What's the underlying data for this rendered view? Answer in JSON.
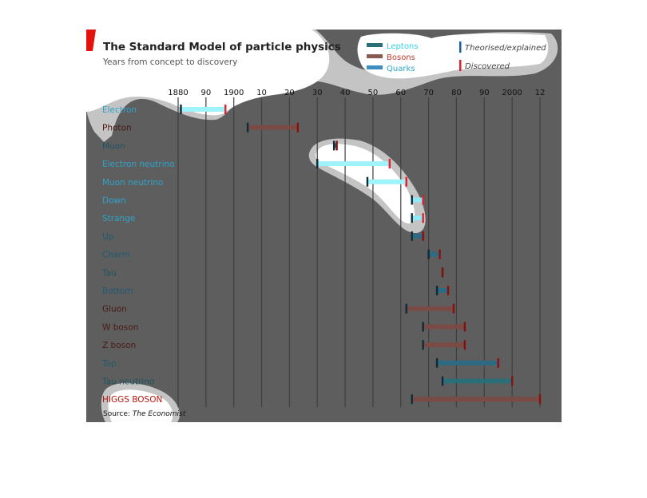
{
  "chart_data": {
    "type": "range-bar",
    "title": "The Standard Model of particle physics",
    "subtitle": "Years from concept to discovery",
    "source_label": "Source:",
    "source_name": "The Economist",
    "x_ticks": [
      {
        "year": 1880,
        "label": "1880"
      },
      {
        "year": 1890,
        "label": "90"
      },
      {
        "year": 1900,
        "label": "1900"
      },
      {
        "year": 1910,
        "label": "10"
      },
      {
        "year": 1920,
        "label": "20"
      },
      {
        "year": 1930,
        "label": "30"
      },
      {
        "year": 1940,
        "label": "40"
      },
      {
        "year": 1950,
        "label": "50"
      },
      {
        "year": 1960,
        "label": "60"
      },
      {
        "year": 1970,
        "label": "70"
      },
      {
        "year": 1980,
        "label": "80"
      },
      {
        "year": 1990,
        "label": "90"
      },
      {
        "year": 2000,
        "label": "2000"
      },
      {
        "year": 2012,
        "label": "12"
      }
    ],
    "xlim": [
      1880,
      2012
    ],
    "legend_categories": [
      {
        "name": "Leptons",
        "color": "#2fd0e6"
      },
      {
        "name": "Bosons",
        "color": "#c0392b"
      },
      {
        "name": "Quarks",
        "color": "#2fa3c9"
      }
    ],
    "legend_markers": [
      {
        "name": "Theorised/explained",
        "color": "#1a5fa0"
      },
      {
        "name": "Discovered",
        "color": "#e0202a"
      }
    ],
    "particles": [
      {
        "name": "Electron",
        "category": "Leptons",
        "theorised": 1881,
        "discovered": 1897
      },
      {
        "name": "Photon",
        "category": "Bosons",
        "theorised": 1905,
        "discovered": 1923
      },
      {
        "name": "Muon",
        "category": "Leptons",
        "theorised": 1936,
        "discovered": 1937
      },
      {
        "name": "Electron neutrino",
        "category": "Leptons",
        "theorised": 1930,
        "discovered": 1956
      },
      {
        "name": "Muon neutrino",
        "category": "Leptons",
        "theorised": 1948,
        "discovered": 1962
      },
      {
        "name": "Down",
        "category": "Quarks",
        "theorised": 1964,
        "discovered": 1968
      },
      {
        "name": "Strange",
        "category": "Quarks",
        "theorised": 1964,
        "discovered": 1968
      },
      {
        "name": "Up",
        "category": "Quarks",
        "theorised": 1964,
        "discovered": 1968
      },
      {
        "name": "Charm",
        "category": "Quarks",
        "theorised": 1970,
        "discovered": 1974
      },
      {
        "name": "Tau",
        "category": "Leptons",
        "theorised": 1975,
        "discovered": 1975
      },
      {
        "name": "Bottom",
        "category": "Quarks",
        "theorised": 1973,
        "discovered": 1977
      },
      {
        "name": "Gluon",
        "category": "Bosons",
        "theorised": 1962,
        "discovered": 1979
      },
      {
        "name": "W boson",
        "category": "Bosons",
        "theorised": 1968,
        "discovered": 1983
      },
      {
        "name": "Z boson",
        "category": "Bosons",
        "theorised": 1968,
        "discovered": 1983
      },
      {
        "name": "Top",
        "category": "Quarks",
        "theorised": 1973,
        "discovered": 1995
      },
      {
        "name": "Tau neutrino",
        "category": "Leptons",
        "theorised": 1975,
        "discovered": 2000
      },
      {
        "name": "HIGGS BOSON",
        "category": "Bosons",
        "theorised": 1964,
        "discovered": 2012
      }
    ]
  }
}
